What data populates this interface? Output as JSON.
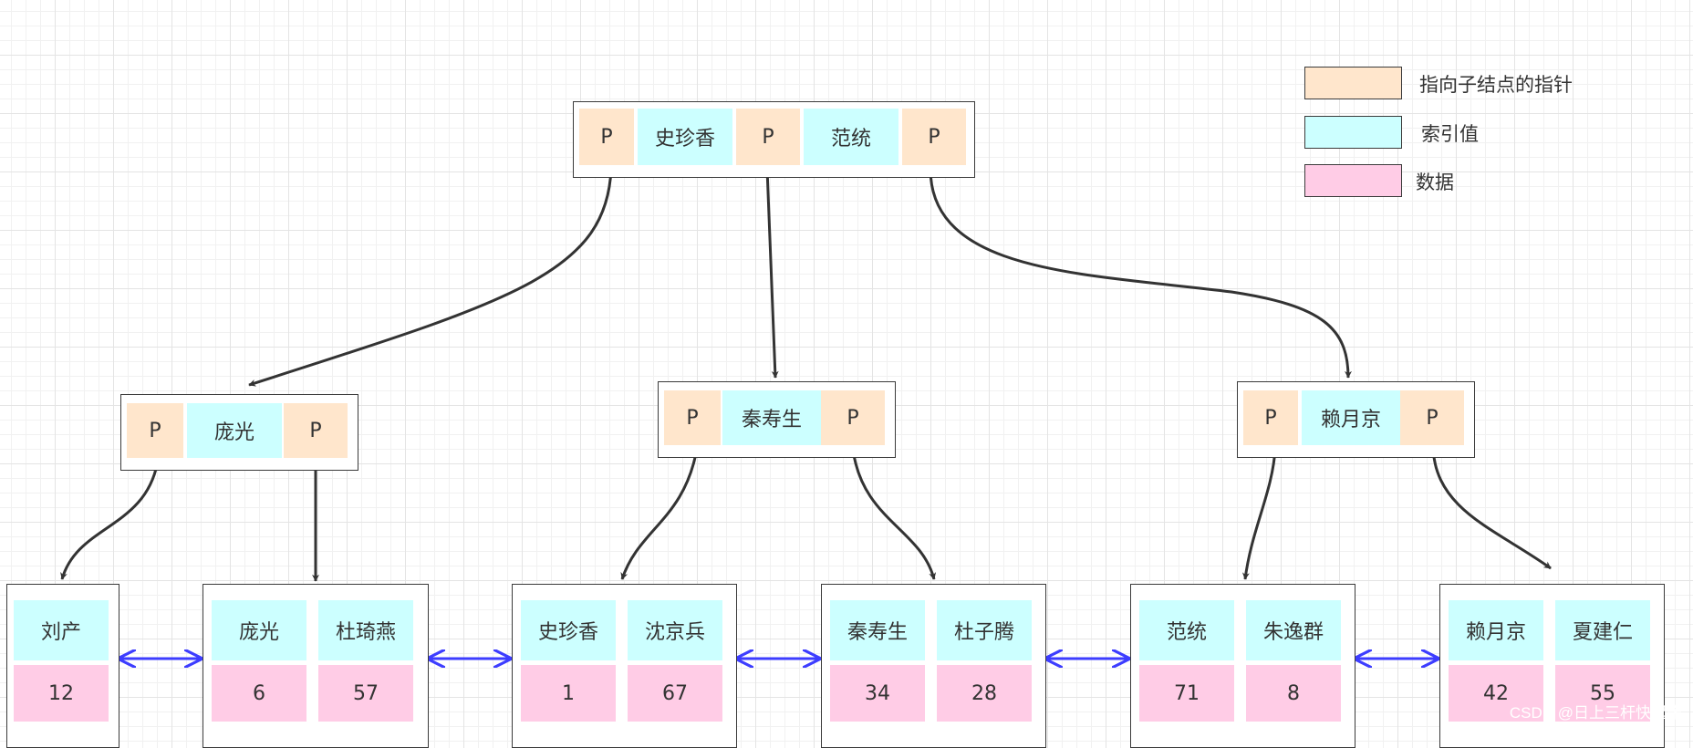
{
  "legend": [
    {
      "label": "指向子结点的指针",
      "color": "#ffe6cc"
    },
    {
      "label": "索引值",
      "color": "#ccffff"
    },
    {
      "label": "数据",
      "color": "#ffcce6"
    }
  ],
  "root": {
    "p1": "P",
    "k1": "史珍香",
    "p2": "P",
    "k2": "范统",
    "p3": "P"
  },
  "internal": [
    {
      "p1": "P",
      "key": "庞光",
      "p2": "P"
    },
    {
      "p1": "P",
      "key": "秦寿生",
      "p2": "P"
    },
    {
      "p1": "P",
      "key": "赖月京",
      "p2": "P"
    }
  ],
  "leaves": [
    {
      "keys": [
        "刘产"
      ],
      "values": [
        "12"
      ]
    },
    {
      "keys": [
        "庞光",
        "杜琦燕"
      ],
      "values": [
        "6",
        "57"
      ]
    },
    {
      "keys": [
        "史珍香",
        "沈京兵"
      ],
      "values": [
        "1",
        "67"
      ]
    },
    {
      "keys": [
        "秦寿生",
        "杜子腾"
      ],
      "values": [
        "34",
        "28"
      ]
    },
    {
      "keys": [
        "范统",
        "朱逸群"
      ],
      "values": [
        "71",
        "8"
      ]
    },
    {
      "keys": [
        "赖月京",
        "夏建仁"
      ],
      "values": [
        "42",
        "55"
      ]
    }
  ],
  "watermark": "CSDN @日上三杆快起床",
  "colors": {
    "pointer": "#ffe6cc",
    "key": "#ccffff",
    "data": "#ffcce6",
    "edge": "#333333",
    "link": "#3d3dff"
  }
}
